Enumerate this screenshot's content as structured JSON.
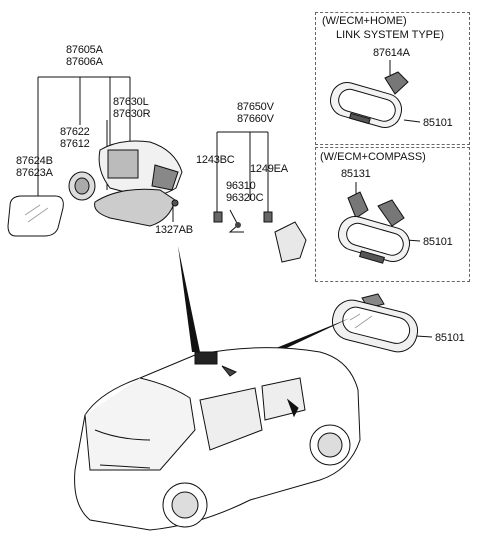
{
  "groups": {
    "ecm_home": {
      "line1": "(W/ECM+HOME)",
      "line2": "LINK SYSTEM TYPE)"
    },
    "ecm_compass": {
      "title": "(W/ECM+COMPASS)"
    }
  },
  "labels": {
    "p87605A": "87605A",
    "p87606A": "87606A",
    "p87630L": "87630L",
    "p87630R": "87630R",
    "p87622": "87622",
    "p87612": "87612",
    "p87624B": "87624B",
    "p87623A": "87623A",
    "p1327AB": "1327AB",
    "p87650V": "87650V",
    "p87660V": "87660V",
    "p1243BC": "1243BC",
    "p1249EA": "1249EA",
    "p96310": "96310",
    "p96320C": "96320C",
    "p87614A": "87614A",
    "p85101_a": "85101",
    "p85131": "85131",
    "p85101_b": "85101",
    "p85101_c": "85101"
  }
}
